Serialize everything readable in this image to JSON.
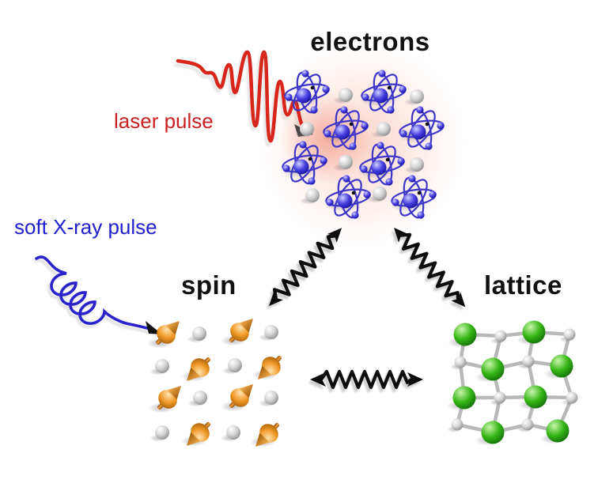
{
  "subsystems": {
    "electrons": {
      "label": "electrons",
      "icon": "atom-grid-icon",
      "accent_color": "#3d36c9"
    },
    "spin": {
      "label": "spin",
      "icon": "spin-arrow-grid-icon",
      "accent_color": "#e8921e"
    },
    "lattice": {
      "label": "lattice",
      "icon": "ball-stick-grid-icon",
      "accent_color": "#2db11c"
    }
  },
  "excitations": {
    "laser": {
      "label": "laser pulse",
      "color": "#cc2020",
      "shape": "oscillating-wave",
      "target": "electrons"
    },
    "xray": {
      "label": "soft X-ray pulse",
      "color": "#1f1fcf",
      "shape": "helical-coil",
      "target": "spin"
    }
  },
  "couplings": [
    {
      "from": "electrons",
      "to": "spin",
      "style": "wavy-double-arrow",
      "color": "#0c0c0c"
    },
    {
      "from": "electrons",
      "to": "lattice",
      "style": "wavy-double-arrow",
      "color": "#0c0c0c"
    },
    {
      "from": "spin",
      "to": "lattice",
      "style": "wavy-double-arrow",
      "color": "#0c0c0c"
    }
  ],
  "palette": {
    "background": "#ffffff",
    "electron_blue": "#3d36c9",
    "ion_gray": "#c9c9c9",
    "spin_orange": "#e8921e",
    "lattice_green": "#2db11c",
    "glow_pink": "#f5b09a",
    "arrow_black": "#0c0c0c"
  }
}
